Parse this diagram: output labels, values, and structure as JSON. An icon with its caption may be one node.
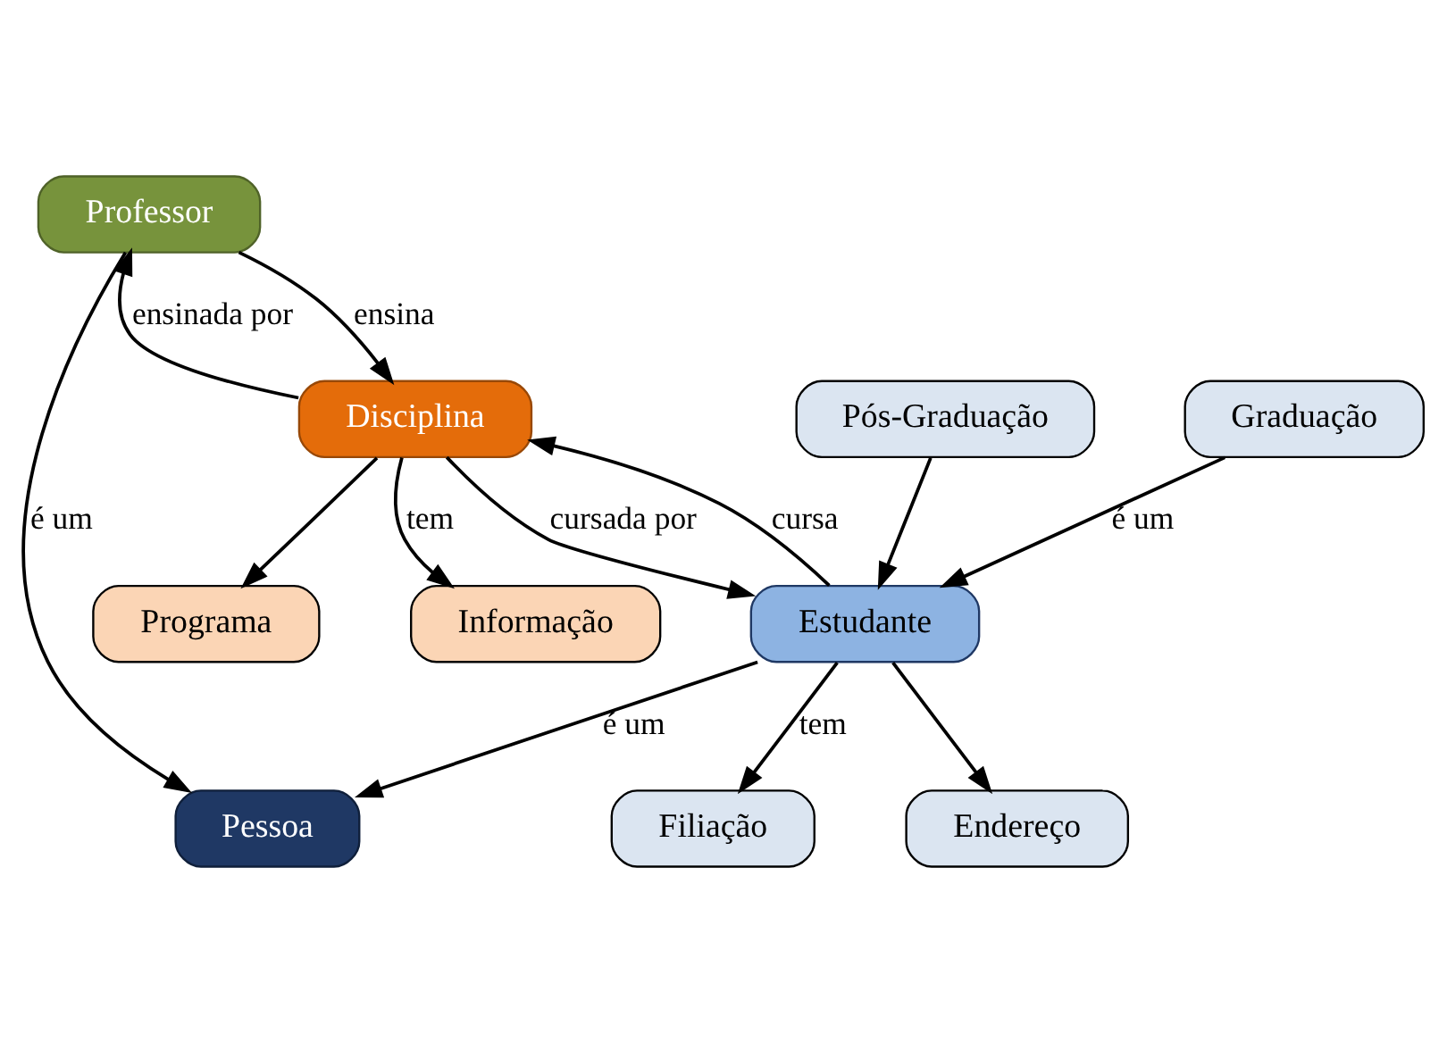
{
  "diagram": {
    "nodes": [
      {
        "text": [
          "Pessoa"
        ]
      },
      {
        "text": [
          "Professor"
        ]
      },
      {
        "text": [
          "Disciplina"
        ]
      },
      {
        "text": [
          "Estudante"
        ]
      },
      {
        "text": [
          "Informação"
        ]
      },
      {
        "text": [
          "Programa"
        ]
      },
      {
        "text": [
          "Filiação"
        ]
      },
      {
        "text": [
          "Endereço"
        ]
      },
      {
        "text": [
          "Graduação"
        ]
      },
      {
        "text": [
          "Pós-Graduação"
        ]
      }
    ],
    "edges": [
      {
        "from": 1,
        "to": 0,
        "arrow": "to",
        "label": "é um"
      },
      {
        "from": 1,
        "to": 2,
        "arrow": "to",
        "label": "ensina"
      },
      {
        "from": 2,
        "to": 1,
        "arrow": "to",
        "label": "ensinada por"
      },
      {
        "from": 3,
        "to": 0,
        "arrow": "to",
        "label": "é um"
      },
      {
        "from": 3,
        "to": 2,
        "arrow": "to",
        "label": "cursa"
      },
      {
        "from": 2,
        "to": 3,
        "arrow": "to",
        "label": "cursada por"
      },
      {
        "from": 2,
        "to": 4,
        "arrow": "to",
        "label": "tem"
      },
      {
        "from": 2,
        "to": 5,
        "arrow": "to"
      },
      {
        "from": 3,
        "to": 6,
        "arrow": "to",
        "label": "tem"
      },
      {
        "from": 3,
        "to": 7,
        "arrow": "to"
      },
      {
        "from": 8,
        "to": 3,
        "arrow": "to",
        "label": "é um"
      },
      {
        "from": 9,
        "to": 3,
        "arrow": "to"
      }
    ]
  }
}
